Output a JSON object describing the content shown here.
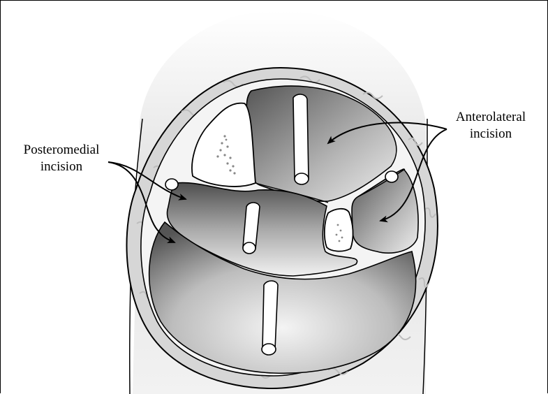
{
  "labels": {
    "posteromedial": {
      "line1": "Posteromedial",
      "line2": "incision"
    },
    "anterolateral": {
      "line1": "Anterolateral",
      "line2": "incision"
    }
  },
  "colors": {
    "skin_shadow": "#e4e4e4",
    "bone_ring": "#d4d4d4",
    "compartment_dark": "#5f5f5f",
    "compartment_light": "#efefef",
    "bone_white": "#ffffff",
    "outline": "#000000"
  }
}
